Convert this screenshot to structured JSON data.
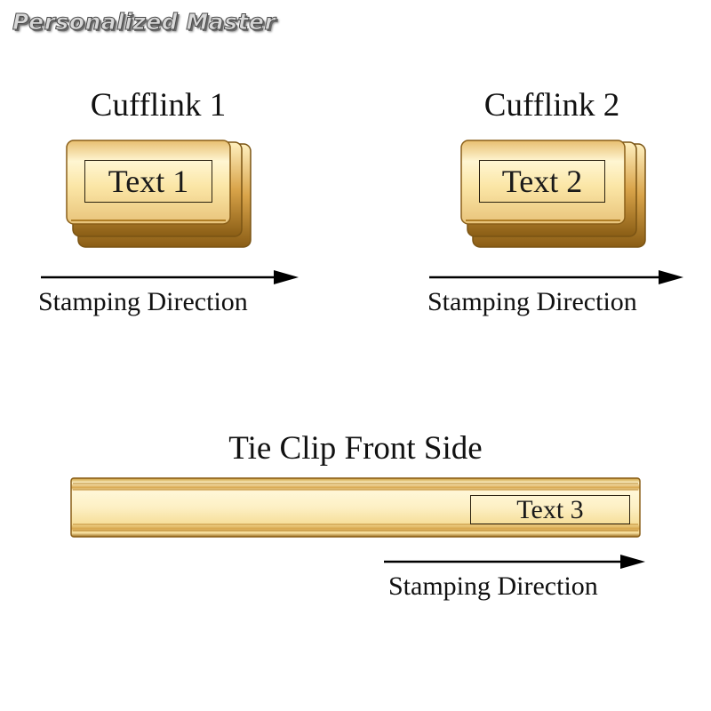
{
  "brand": {
    "text": "Personalized Master"
  },
  "cufflink_1": {
    "title": "Cufflink 1",
    "engraving_label": "Text 1",
    "direction_label": "Stamping Direction"
  },
  "cufflink_2": {
    "title": "Cufflink 2",
    "engraving_label": "Text 2",
    "direction_label": "Stamping Direction"
  },
  "tie_clip": {
    "title": "Tie Clip Front Side",
    "engraving_label": "Text 3",
    "direction_label": "Stamping Direction"
  },
  "colors": {
    "gold_light": "#fff3c4",
    "gold_mid": "#f0cc7e",
    "gold_dark": "#a8761f",
    "gold_shadow": "#6b4a10",
    "arrow": "#000000"
  },
  "icons": {
    "arrow": "right-arrow-icon"
  }
}
